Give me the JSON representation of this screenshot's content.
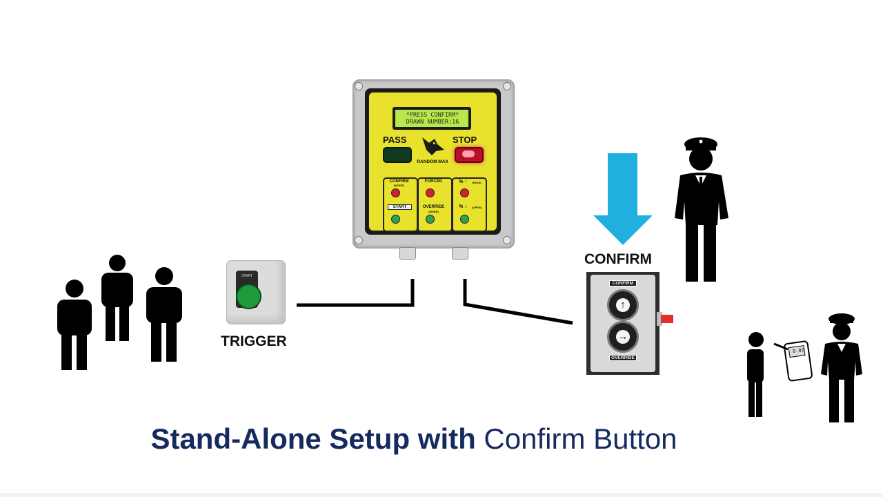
{
  "controller": {
    "lcd_line1": "*PRESS CONFIRM*",
    "lcd_line2": "DRAWN NUMBER:16",
    "pass_label": "PASS",
    "stop_label": "STOP",
    "brand": "RANDOM MAX",
    "panels": {
      "left_top": "CONFIRM",
      "left_top_sub": "(MODE)",
      "left_bottom": "START",
      "middle_top": "FORCED",
      "middle_bottom": "OVERRIDE",
      "middle_bottom_sub": "(MODE)",
      "right_top": "% ↑",
      "right_top_sub": "(PASS)",
      "right_bottom": "% ↓",
      "right_bottom_sub": "(OPEN)"
    }
  },
  "trigger": {
    "label": "TRIGGER",
    "button_text": "START"
  },
  "confirm_station": {
    "label": "CONFIRM",
    "top_tag": "CONFIRM",
    "bottom_tag": "OVERRIDE"
  },
  "breathalyzer_readout": "0.02",
  "title": {
    "bold": "Stand-Alone Setup with",
    "regular": "Confirm Button"
  },
  "colors": {
    "title": "#152a5e",
    "arrow": "#1fb0e0",
    "controller_face": "#e8e22c",
    "lcd": "#b9e84b",
    "stop_lamp": "#b8102a",
    "trigger_button": "#1e9a3c"
  }
}
